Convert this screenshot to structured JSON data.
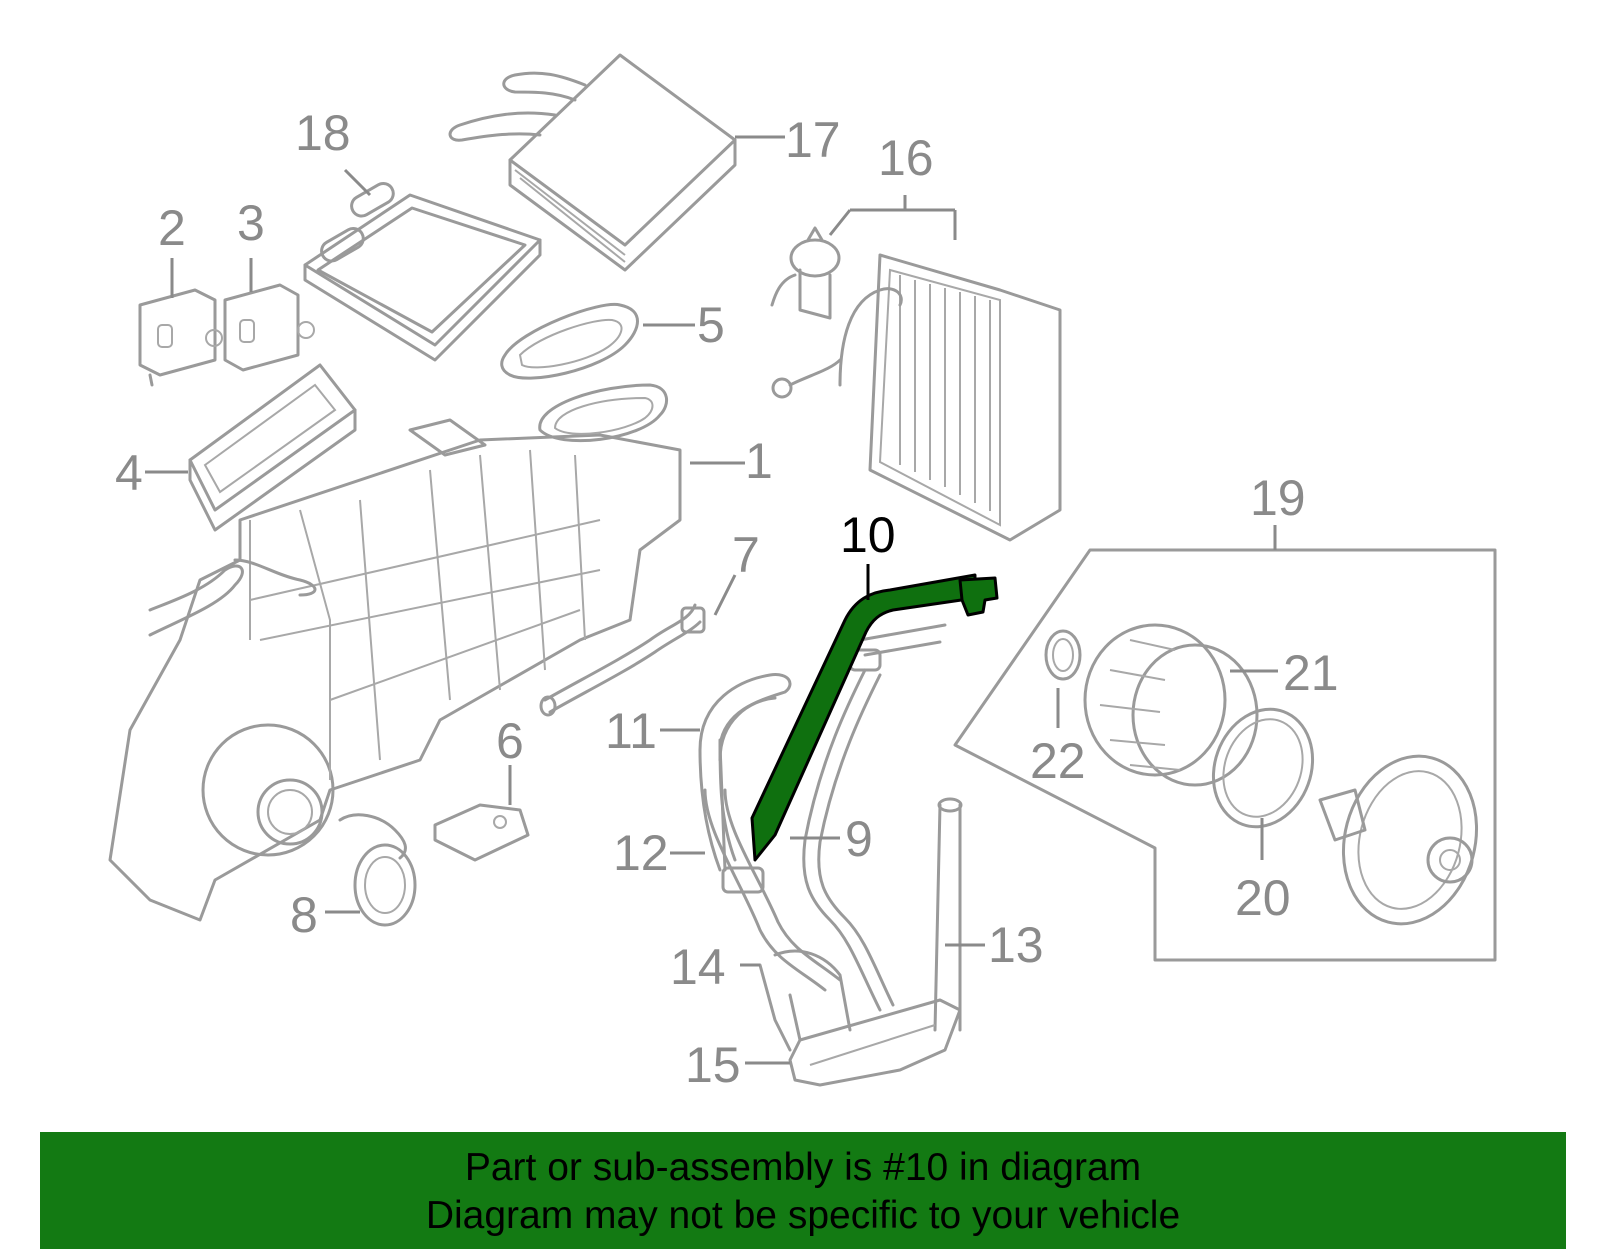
{
  "callouts": {
    "c1": "1",
    "c2": "2",
    "c3": "3",
    "c4": "4",
    "c5": "5",
    "c6": "6",
    "c7": "7",
    "c8": "8",
    "c9": "9",
    "c10": "10",
    "c11": "11",
    "c12": "12",
    "c13": "13",
    "c14": "14",
    "c15": "15",
    "c16": "16",
    "c17": "17",
    "c18": "18",
    "c19": "19",
    "c20": "20",
    "c21": "21",
    "c22": "22"
  },
  "highlight": {
    "part": "10",
    "color": "#0f700f"
  },
  "banner": {
    "line1": "Part or sub-assembly is #10 in diagram",
    "line2": "Diagram may not be specific to your vehicle",
    "color": "#137a13"
  }
}
